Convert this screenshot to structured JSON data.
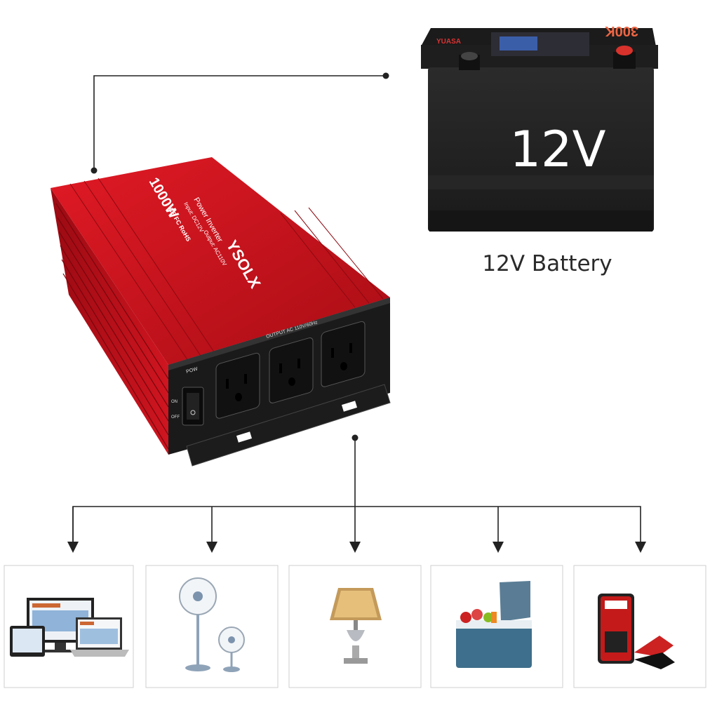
{
  "battery": {
    "label": "12V",
    "caption": "12V Battery",
    "brand": "YUASA",
    "capacity_mark": "300K"
  },
  "inverter": {
    "brand": "YSOLX",
    "power": "1000W",
    "product": "Power Inverter",
    "input": "Input: DC12V",
    "output": "Output: AC110V",
    "outlet_label": "OUTPUT AC 110V/60Hz",
    "switch_label": "POW",
    "switch_on": "ON",
    "switch_off": "OFF",
    "certs": "CE FC RoHS",
    "color": "#c4121b"
  },
  "devices": [
    {
      "id": "computers",
      "icon": "laptop-monitor-tablet-icon"
    },
    {
      "id": "fans",
      "icon": "standing-fan-icon"
    },
    {
      "id": "lamp",
      "icon": "table-lamp-icon"
    },
    {
      "id": "cooler",
      "icon": "portable-fridge-icon"
    },
    {
      "id": "jump-starter",
      "icon": "jump-starter-icon"
    }
  ]
}
